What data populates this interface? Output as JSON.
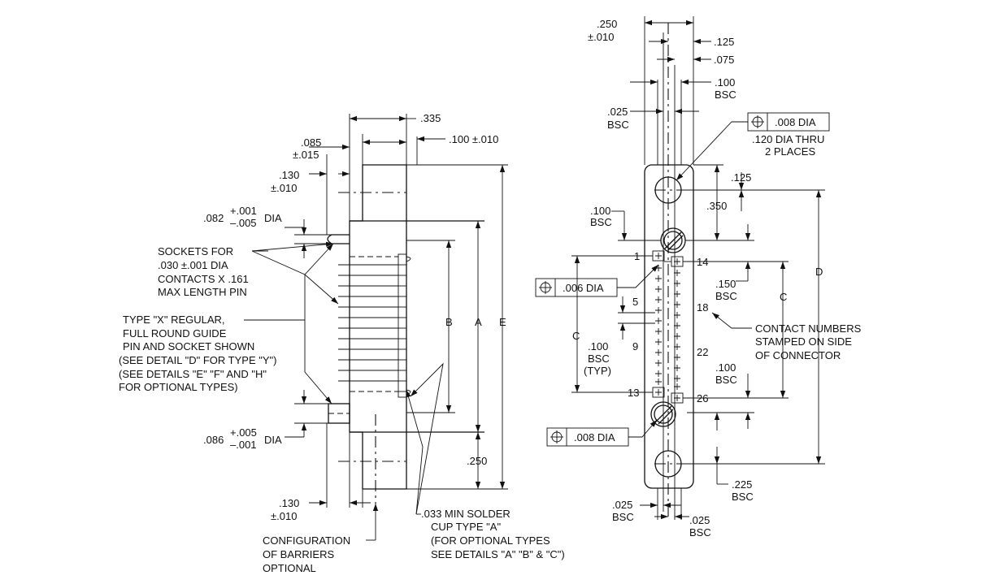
{
  "side_view": {
    "dim_335": ".335",
    "dim_085": ".085",
    "dim_085_tol": "±.015",
    "dim_100_010": ".100 ±.010",
    "dim_130": ".130",
    "dim_130_tol": "±.010",
    "dim_082": ".082",
    "dim_082_plus": "+.001",
    "dim_082_minus": "–.005",
    "dim_dia_1": "DIA",
    "sockets_note": [
      "SOCKETS FOR",
      ".030 ±.001 DIA",
      "CONTACTS X  .161",
      "MAX LENGTH PIN"
    ],
    "type_x_note": [
      "TYPE \"X\" REGULAR,",
      "FULL ROUND GUIDE",
      "PIN AND SOCKET SHOWN",
      "(SEE DETAIL \"D\" FOR TYPE \"Y\")",
      "(SEE DETAILS \"E\" \"F\" AND \"H\"",
      "FOR OPTIONAL TYPES)"
    ],
    "dim_086": ".086",
    "dim_086_plus": "+.005",
    "dim_086_minus": "–.001",
    "dim_dia_2": "DIA",
    "dim_130b": ".130",
    "dim_130b_tol": "±.010",
    "dim_250": ".250",
    "label_B": "B",
    "label_A": "A",
    "label_E": "E",
    "config_note": [
      "CONFIGURATION",
      "OF BARRIERS",
      "OPTIONAL"
    ],
    "solder_note": [
      ".033 MIN SOLDER",
      "CUP TYPE \"A\"",
      "(FOR OPTIONAL TYPES",
      "SEE DETAILS \"A\" \"B\" & \"C\")"
    ]
  },
  "front_view": {
    "dim_250": ".250",
    "dim_250_tol": "±.010",
    "dim_125": ".125",
    "dim_075": ".075",
    "dim_100_bsc": ".100",
    "dim_100_bsc_b": "BSC",
    "dim_025_bsc": ".025",
    "dim_025_bsc_b": "BSC",
    "tol_008_top": ".008  DIA",
    "note_120": [
      ".120 DIA THRU",
      "2 PLACES"
    ],
    "dim_125b": ".125",
    "dim_350": ".350",
    "dim_100_bsc2": ".100",
    "dim_100_bsc2_b": "BSC",
    "num_1": "1",
    "num_14": "14",
    "tol_006": ".006  DIA",
    "dim_150": ".150",
    "dim_150_b": "BSC",
    "label_C_right": "C",
    "label_D": "D",
    "num_5": "5",
    "num_18": "18",
    "contact_note": [
      "CONTACT NUMBERS",
      "STAMPED ON SIDE",
      "OF CONNECTOR"
    ],
    "label_C_left": "C",
    "dim_100_typ": [
      ".100",
      "BSC",
      "(TYP)"
    ],
    "num_9": "9",
    "num_22": "22",
    "dim_100_bsc3": ".100",
    "dim_100_bsc3_b": "BSC",
    "num_13": "13",
    "num_26": "26",
    "tol_008_bot": ".008  DIA",
    "dim_225": ".225",
    "dim_225_b": "BSC",
    "dim_025_l": ".025",
    "dim_025_l_b": "BSC",
    "dim_025_r": ".025",
    "dim_025_r_b": "BSC"
  }
}
